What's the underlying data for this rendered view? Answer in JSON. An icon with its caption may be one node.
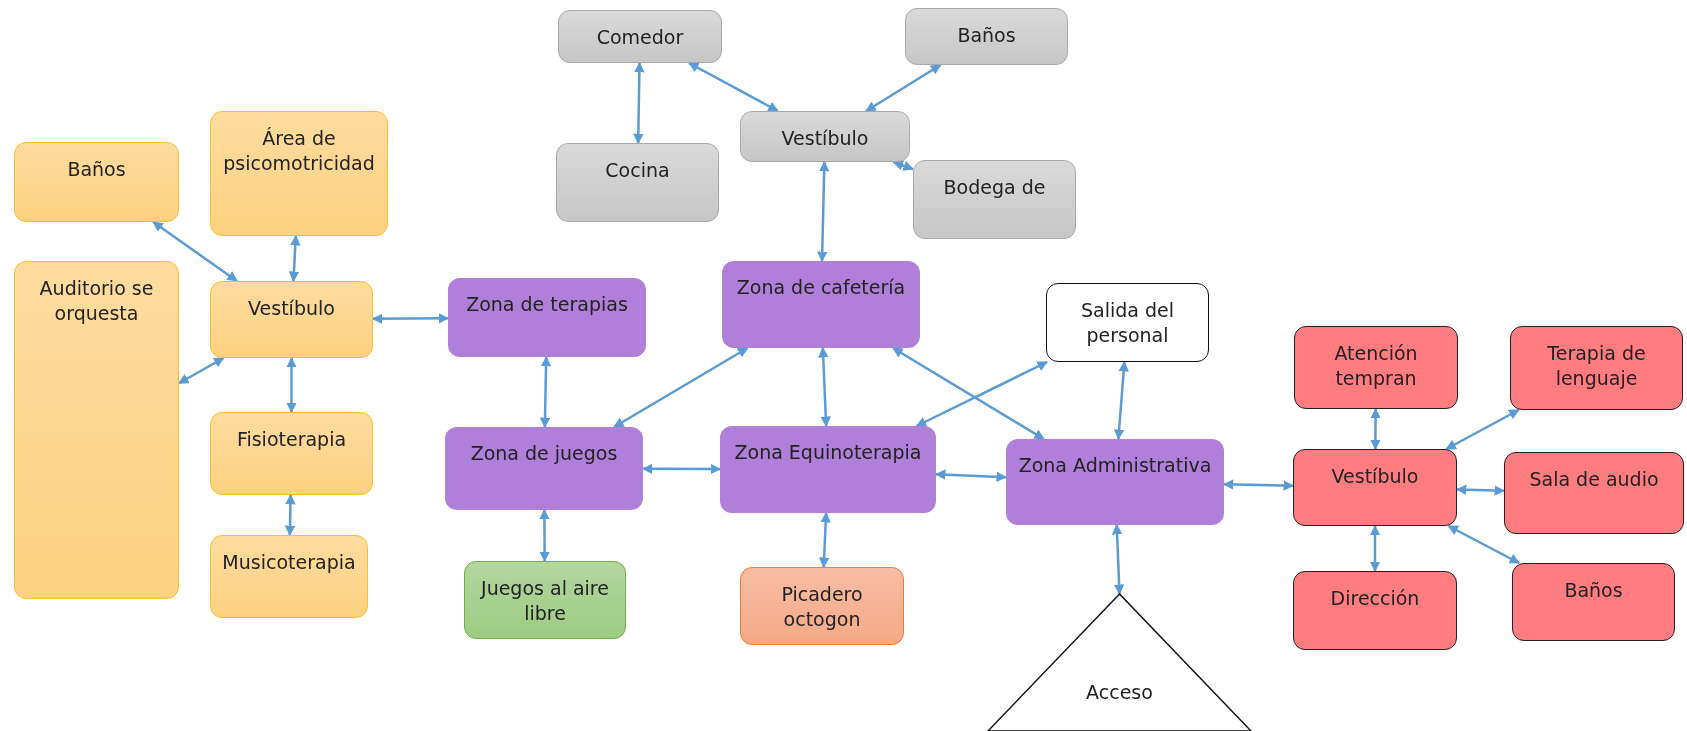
{
  "diagram": {
    "nodes": [
      {
        "text": [
          "Comedor"
        ]
      },
      {
        "text": [
          "Baños"
        ]
      },
      {
        "text": [
          "Cocina"
        ]
      },
      {
        "text": [
          "Vestíbulo"
        ]
      },
      {
        "text": [
          "Bodega de"
        ]
      },
      {
        "text": [
          "Baños"
        ]
      },
      {
        "text": [
          "Área de psicomotricidad"
        ]
      },
      {
        "text": [
          "Auditorio se orquesta"
        ]
      },
      {
        "text": [
          "Vestíbulo"
        ]
      },
      {
        "text": [
          "Fisioterapia"
        ]
      },
      {
        "text": [
          "Musicoterapia"
        ]
      },
      {
        "text": [
          "Zona de terapias"
        ]
      },
      {
        "text": [
          "Zona de cafetería"
        ]
      },
      {
        "text": [
          "Zona de juegos"
        ]
      },
      {
        "text": [
          "Zona Equinoterapia"
        ]
      },
      {
        "text": [
          "Juegos al aire libre"
        ]
      },
      {
        "text": [
          "Picadero octogon"
        ]
      },
      {
        "text": [
          "Salida del personal"
        ]
      },
      {
        "text": [
          "Zona Administrativa"
        ]
      },
      {
        "text": [
          "Acceso"
        ]
      },
      {
        "text": [
          "Atención tempran"
        ]
      },
      {
        "text": [
          "Terapia de lenguaje"
        ]
      },
      {
        "text": [
          "Vestíbulo"
        ]
      },
      {
        "text": [
          "Sala de audio"
        ]
      },
      {
        "text": [
          "Dirección"
        ]
      },
      {
        "text": [
          "Baños"
        ]
      }
    ],
    "edges": [
      {
        "from": 0,
        "to": 2,
        "arrow": "both"
      },
      {
        "from": 0,
        "to": 3,
        "arrow": "both"
      },
      {
        "from": 1,
        "to": 3,
        "arrow": "both"
      },
      {
        "from": 3,
        "to": 4,
        "arrow": "both"
      },
      {
        "from": 3,
        "to": 12,
        "arrow": "both"
      },
      {
        "from": 5,
        "to": 8,
        "arrow": "both"
      },
      {
        "from": 6,
        "to": 8,
        "arrow": "both"
      },
      {
        "from": 7,
        "to": 8,
        "arrow": "both"
      },
      {
        "from": 8,
        "to": 9,
        "arrow": "both"
      },
      {
        "from": 9,
        "to": 10,
        "arrow": "both"
      },
      {
        "from": 8,
        "to": 11,
        "arrow": "both"
      },
      {
        "from": 11,
        "to": 13,
        "arrow": "both"
      },
      {
        "from": 13,
        "to": 12,
        "arrow": "both"
      },
      {
        "from": 12,
        "to": 14,
        "arrow": "both"
      },
      {
        "from": 13,
        "to": 14,
        "arrow": "both"
      },
      {
        "from": 13,
        "to": 15,
        "arrow": "both"
      },
      {
        "from": 14,
        "to": 16,
        "arrow": "both"
      },
      {
        "from": 12,
        "to": 18,
        "arrow": "both"
      },
      {
        "from": 17,
        "to": 14,
        "arrow": "both"
      },
      {
        "from": 14,
        "to": 18,
        "arrow": "both"
      },
      {
        "from": 17,
        "to": 18,
        "arrow": "both"
      },
      {
        "from": 18,
        "to": 19,
        "arrow": "both"
      },
      {
        "from": 18,
        "to": 22,
        "arrow": "both"
      },
      {
        "from": 22,
        "to": 20,
        "arrow": "both"
      },
      {
        "from": 22,
        "to": 21,
        "arrow": "both"
      },
      {
        "from": 22,
        "to": 23,
        "arrow": "both"
      },
      {
        "from": 22,
        "to": 24,
        "arrow": "both"
      },
      {
        "from": 22,
        "to": 25,
        "arrow": "both"
      }
    ]
  }
}
